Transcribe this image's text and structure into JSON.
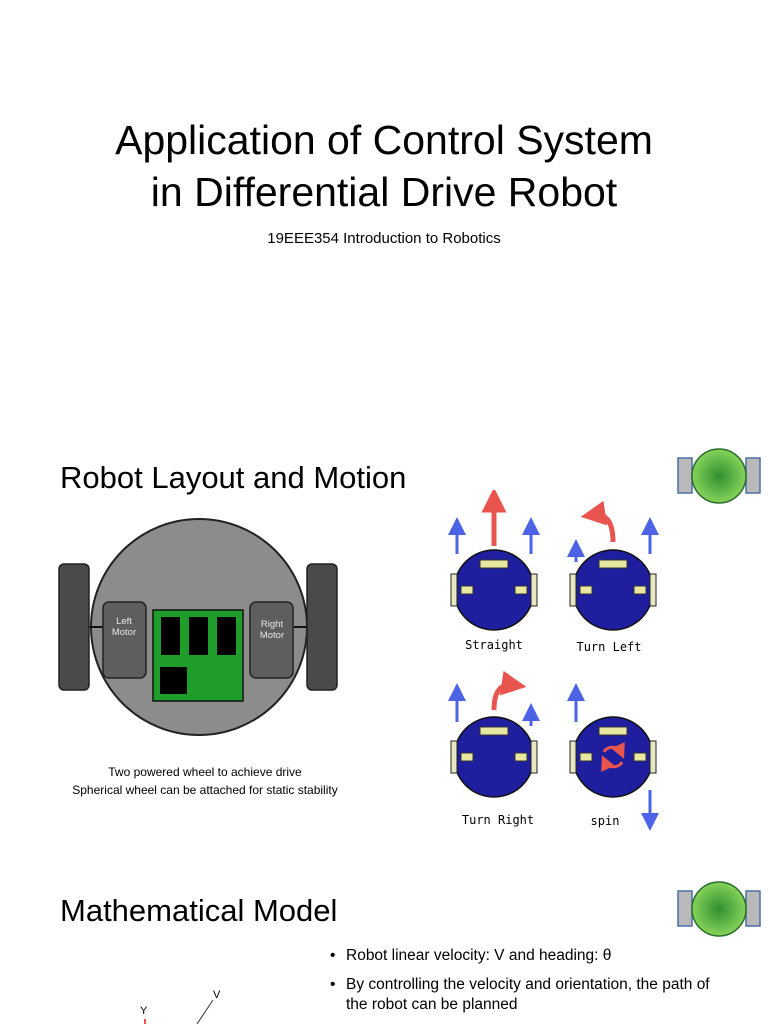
{
  "slide1": {
    "title_line1": "Application of Control System",
    "title_line2": "in Differential Drive Robot",
    "subtitle": "19EEE354 Introduction to Robotics"
  },
  "slide2": {
    "heading": "Robot Layout and Motion",
    "left_motor": [
      "Left",
      "Motor"
    ],
    "right_motor": [
      "Right",
      "Motor"
    ],
    "caption_line1": "Two powered wheel to achieve drive",
    "caption_line2": "Spherical wheel can be attached for static stability",
    "motions": [
      "Straight",
      "Turn Left",
      "Turn Right",
      "spin"
    ],
    "colors": {
      "body_gray": "#8c8c8c",
      "wheel": "#4a4a4a",
      "board_green": "#1e9d2a",
      "robot_blue": "#1e1e9e",
      "arrow_blue": "#4c63e6",
      "arrow_red": "#e8554f"
    }
  },
  "slide3": {
    "heading": "Mathematical Model",
    "bullets": [
      "Robot linear velocity: V and heading: θ",
      "By controlling the velocity and orientation, the path of the robot can be planned"
    ],
    "axis_y": "Y",
    "axis_v": "V"
  }
}
